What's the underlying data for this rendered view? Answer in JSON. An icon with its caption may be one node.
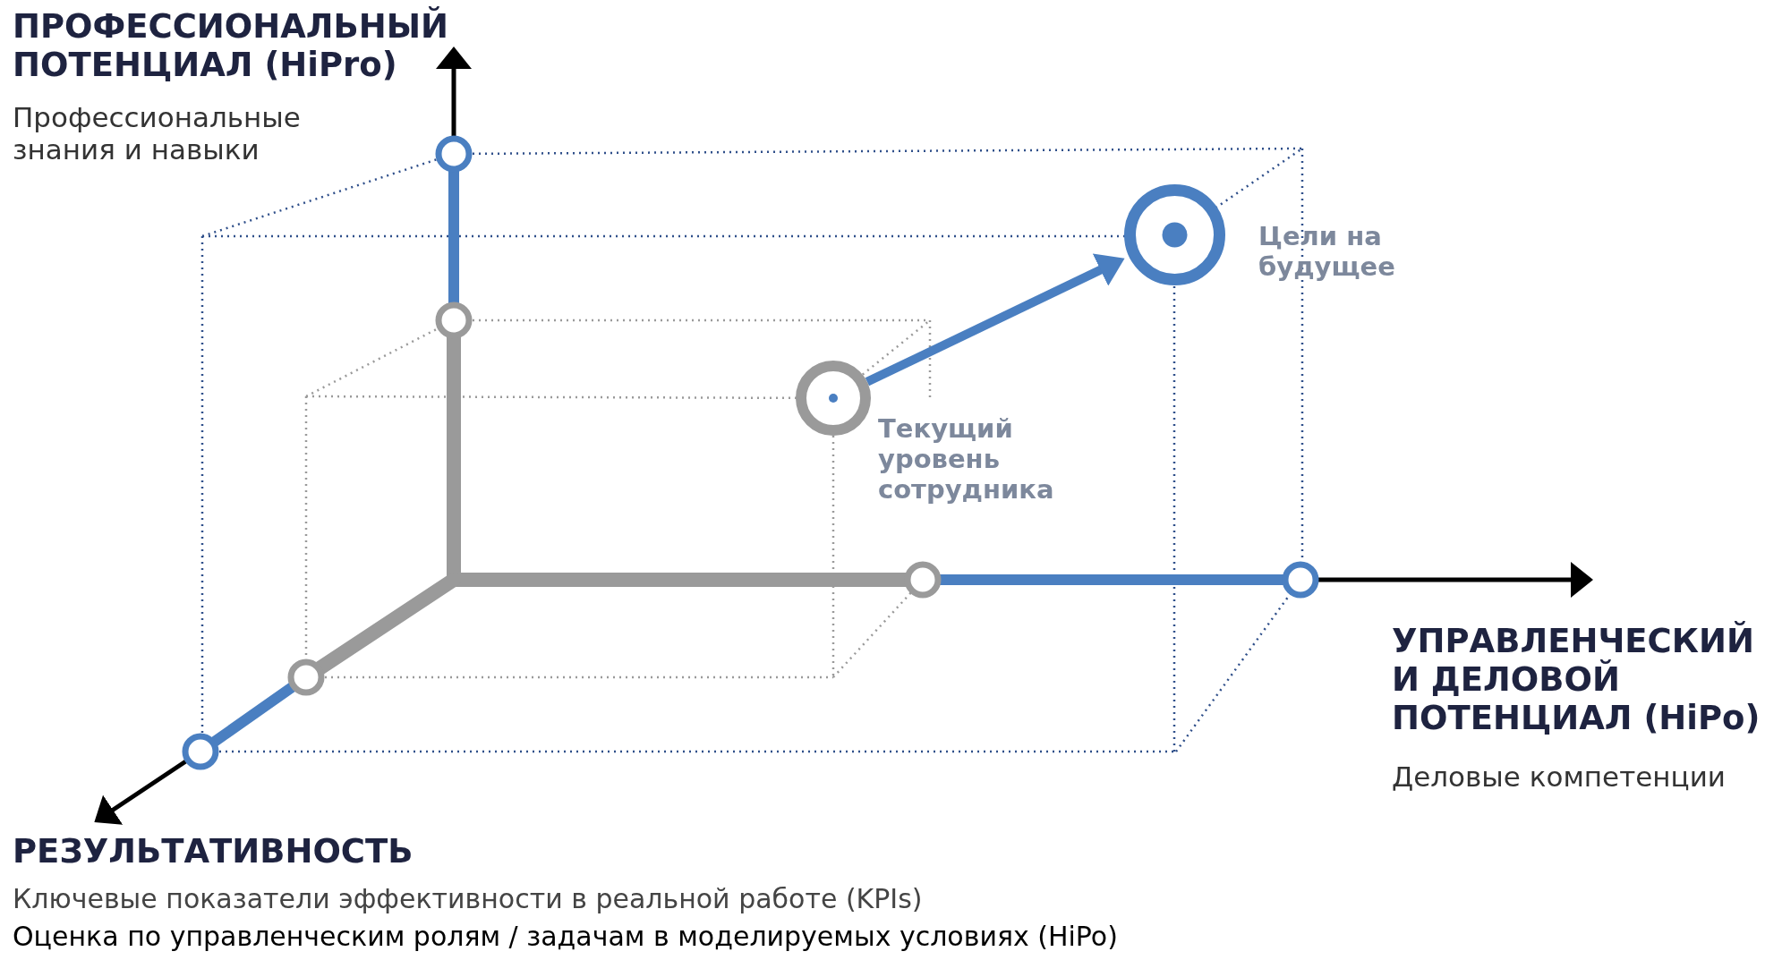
{
  "diagram": {
    "nodes": [
      {
        "text": [],
        "shape": "circle",
        "beside": [
          "Текущий уровень сотрудника"
        ]
      },
      {
        "text": [],
        "shape": "circle",
        "beside": [
          "Цели на будущее"
        ]
      }
    ],
    "edges": [
      {
        "from": 0,
        "to": 1,
        "arrow": "to"
      }
    ],
    "labels": [
      "ПРОФЕССИОНАЛЬНЫЙ ПОТЕНЦИАЛ (HiPro)",
      "Профессиональные знания и навыки",
      "УПРАВЛЕНЧЕСКИЙ И ДЕЛОВОЙ ПОТЕНЦИАЛ (HiPo)",
      "Деловые компетенции",
      "РЕЗУЛЬТАТИВНОСТЬ",
      "Ключевые показатели эффективности в реальной работе (KPIs)",
      "Оценка по управленческим ролям / задачам в моделируемых условиях (HiPo)"
    ]
  }
}
